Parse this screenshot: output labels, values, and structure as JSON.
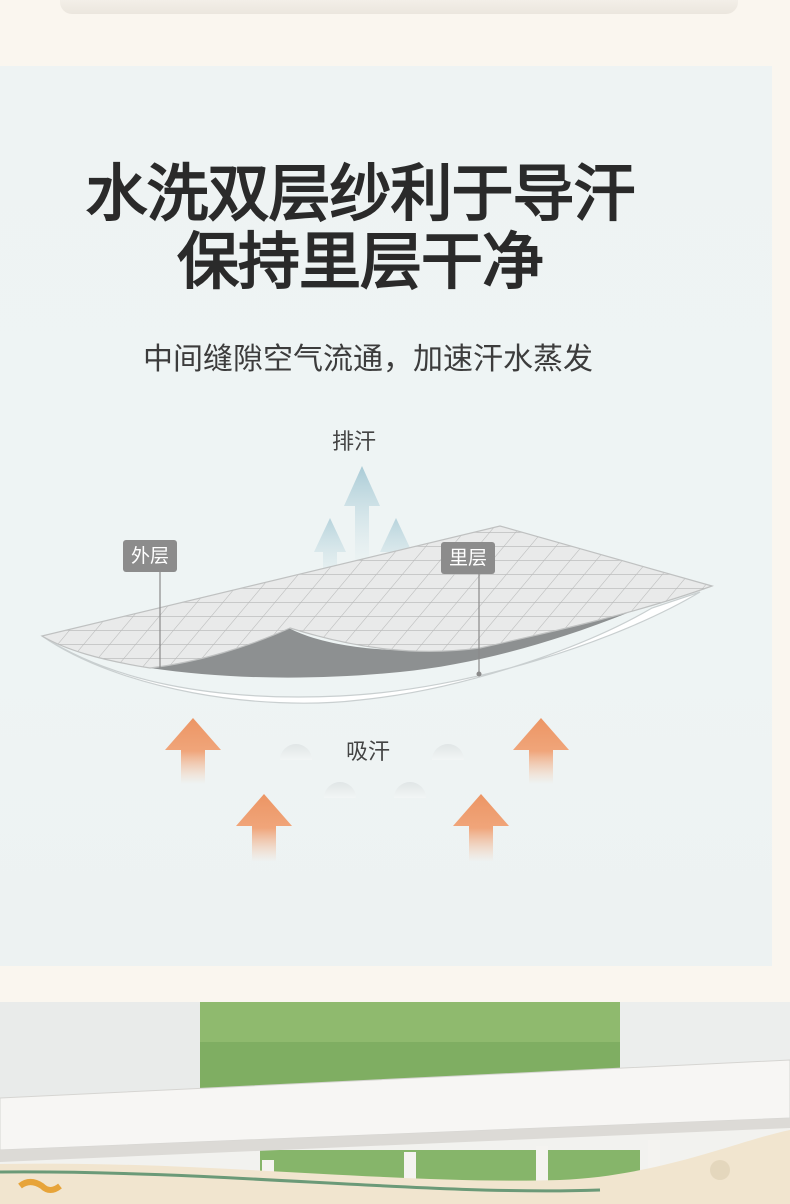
{
  "headline": {
    "line1": "水洗双层纱利于导汗",
    "line2": "保持里层干净"
  },
  "subline": "中间缝隙空气流通，加速汗水蒸发",
  "diagram": {
    "top_label": "排汗",
    "bottom_label": "吸汗",
    "outer_tag": "外层",
    "inner_tag": "里层"
  },
  "colors": {
    "panel_bg": "#eef3f3",
    "orange_arrow": "#ef9a6a",
    "blue_arrow": "#b9d6df",
    "tag_bg": "#8c8c8c"
  }
}
